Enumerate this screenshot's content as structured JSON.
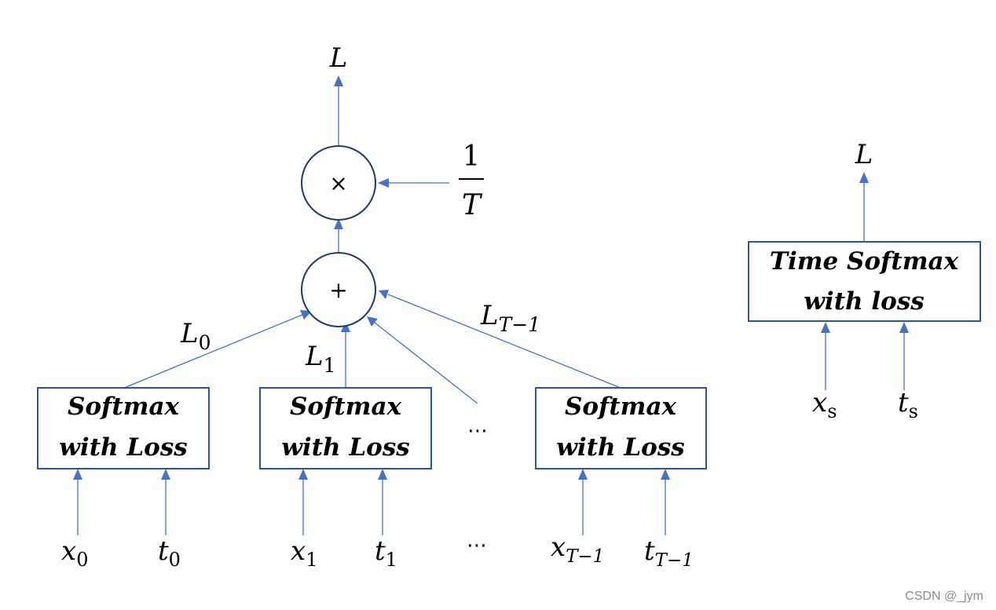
{
  "output": {
    "base": "L"
  },
  "multiply": {
    "op": "×",
    "numerator": "1",
    "denominator": "T"
  },
  "sum": {
    "op": "+"
  },
  "losses": [
    {
      "base": "L",
      "sub": "0"
    },
    {
      "base": "L",
      "sub": "1"
    },
    {
      "base": "L",
      "sub": "T−1"
    }
  ],
  "blocks": [
    {
      "line1": "Softmax",
      "line2": "with Loss",
      "x": {
        "base": "x",
        "sub": "0"
      },
      "t": {
        "base": "t",
        "sub": "0"
      }
    },
    {
      "line1": "Softmax",
      "line2": "with Loss",
      "x": {
        "base": "x",
        "sub": "1"
      },
      "t": {
        "base": "t",
        "sub": "1"
      }
    },
    {
      "line1": "Softmax",
      "line2": "with Loss",
      "x": {
        "base": "x",
        "sub": "T−1"
      },
      "t": {
        "base": "t",
        "sub": "T−1"
      }
    }
  ],
  "ellipsis": "⋯",
  "time_block": {
    "line1": "Time Softmax",
    "line2": "with loss",
    "output": {
      "base": "L"
    },
    "x": {
      "base": "x",
      "sub": "s"
    },
    "t": {
      "base": "t",
      "sub": "s"
    }
  },
  "watermark": "CSDN @_jym"
}
